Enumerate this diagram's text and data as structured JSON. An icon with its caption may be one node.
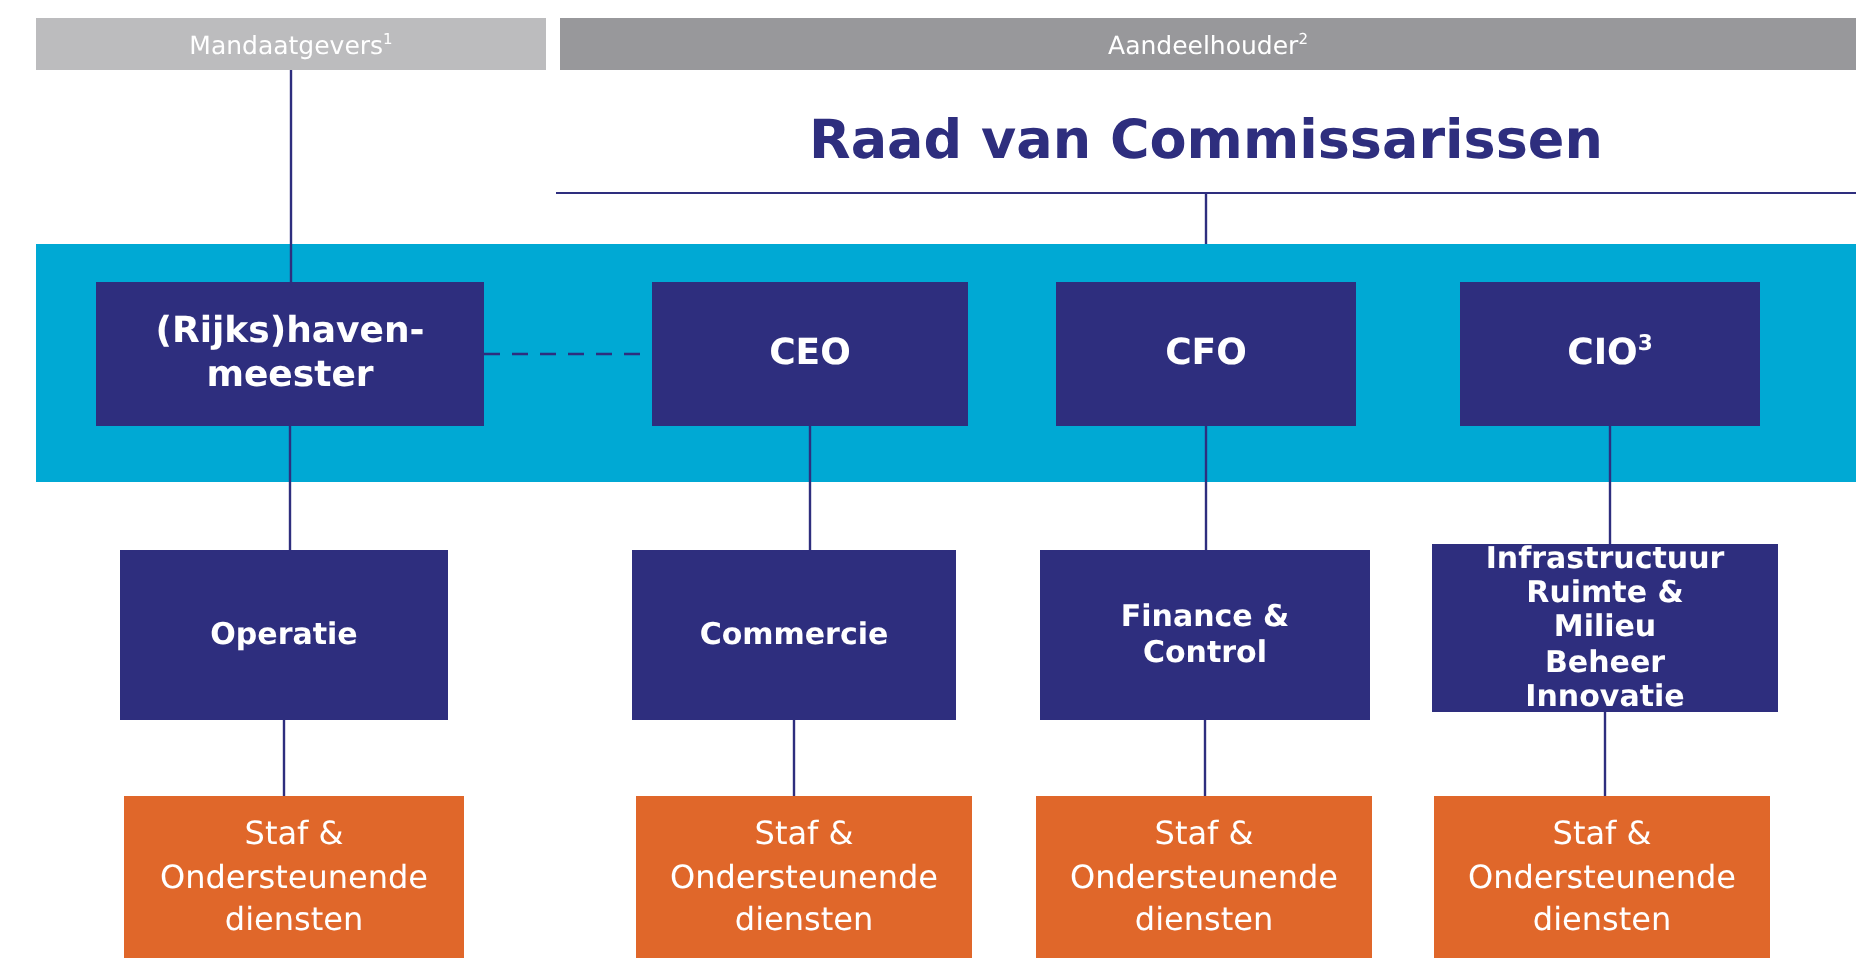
{
  "diagram": {
    "nodes": [
      {
        "text": [
          "Mandaatgevers$^{1}$"
        ]
      },
      {
        "text": [
          "Aandeelhouder$^{2}$"
        ]
      },
      {
        "text": [
          "Raad van Commissarissen"
        ]
      },
      {
        "text": [],
        "shape": "box"
      },
      {
        "text": [
          "(Rijks)haven- meester"
        ],
        "in": 3
      },
      {
        "text": [
          "CEO"
        ],
        "in": 3
      },
      {
        "text": [
          "CFO"
        ],
        "in": 3
      },
      {
        "text": [
          "CIO$^{3}$"
        ],
        "in": 3
      },
      {
        "text": [
          "Operatie"
        ]
      },
      {
        "text": [
          "Commercie"
        ]
      },
      {
        "text": [
          "Finance & Control"
        ]
      },
      {
        "text": [
          "Infrastructuur",
          "Ruimte & Milieu",
          "Beheer",
          "Innovatie"
        ]
      },
      {
        "text": [
          "Staf & Ondersteunende diensten"
        ]
      },
      {
        "text": [
          "Staf & Ondersteunende diensten"
        ]
      },
      {
        "text": [
          "Staf & Ondersteunende diensten"
        ]
      },
      {
        "text": [
          "Staf & Ondersteunende diensten"
        ]
      }
    ],
    "edges": [
      {
        "from": 0,
        "to": 4,
        "arrow": "none"
      },
      {
        "from": 2,
        "to": 3,
        "arrow": "none"
      },
      {
        "from": 4,
        "to": 5,
        "arrow": "none",
        "style": "dashed"
      },
      {
        "from": 4,
        "to": 8,
        "arrow": "none"
      },
      {
        "from": 8,
        "to": 12,
        "arrow": "none"
      },
      {
        "from": 5,
        "to": 9,
        "arrow": "none"
      },
      {
        "from": 9,
        "to": 13,
        "arrow": "none"
      },
      {
        "from": 6,
        "to": 10,
        "arrow": "none"
      },
      {
        "from": 10,
        "to": 14,
        "arrow": "none"
      },
      {
        "from": 7,
        "to": 11,
        "arrow": "none"
      },
      {
        "from": 11,
        "to": 15,
        "arrow": "none"
      }
    ]
  }
}
